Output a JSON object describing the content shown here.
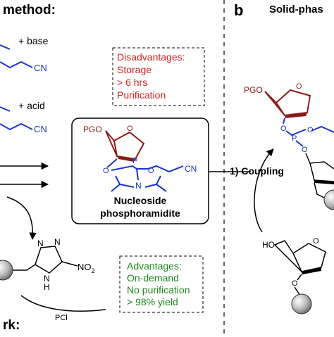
{
  "panel_a": {
    "heading": "method:",
    "reagent_base": "+ base",
    "reagent_acid": "+ acid",
    "cn_label": "CN",
    "nitro_label": "NO",
    "nitro_subscript": "2",
    "nh_label": "H",
    "n_label": "N",
    "pcl_label": "PCl",
    "bottom_heading": "rk:"
  },
  "disadvantages": {
    "title": "Disadvantages:",
    "items": [
      "Storage",
      "> 6 hrs",
      "Purification"
    ],
    "color": "#d62020"
  },
  "advantages": {
    "title": "Advantages:",
    "items": [
      "On-demand",
      "No purification",
      "> 98% yield"
    ],
    "color": "#1a8a1a"
  },
  "center_molecule": {
    "pgo": "PGO",
    "o_label": "O",
    "p_label": "P",
    "n_label": "N",
    "cn_label": "CN",
    "name_line1": "Nucleoside",
    "name_line2": "phosphoramidite"
  },
  "step": {
    "label": "1) Coupling"
  },
  "panel_b": {
    "letter": "b",
    "heading": "Solid-phas",
    "pgo": "PGO",
    "o_label": "O",
    "p_label": "P",
    "ho_label": "HO"
  },
  "colors": {
    "sugar_ring": "#8b1a1a",
    "phosphoramidite": "#1a35c8",
    "ink": "#000000"
  }
}
